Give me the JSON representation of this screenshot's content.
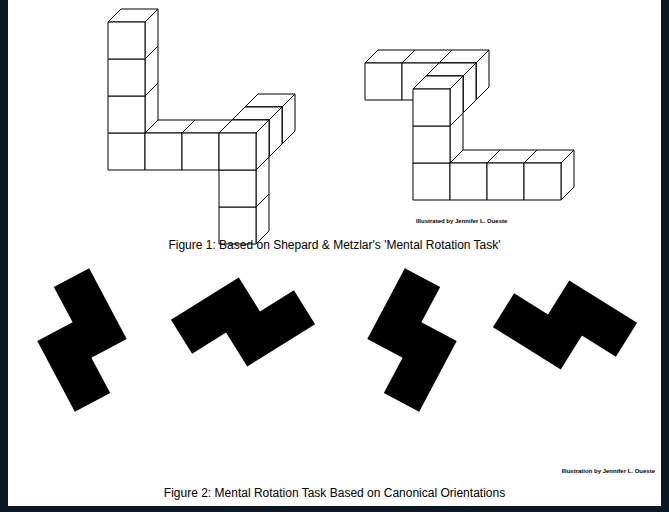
{
  "diagram": {
    "labels": [
      "Illustrated by Jennifer L. Oueste",
      "Figure 1: Based on Shepard & Metzlar's 'Mental Rotation Task'",
      "Illustration by Jennifer L. Oueste",
      "Figure 2: Mental Rotation Task Based on Canonical Orientations"
    ]
  }
}
